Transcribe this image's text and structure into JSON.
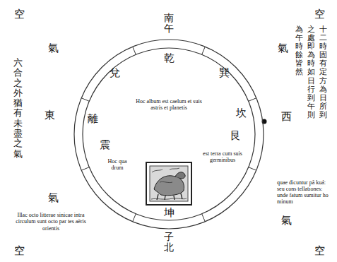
{
  "diagram": {
    "nodes": [
      {
        "text": [
          "乾",
          "兌",
          "離",
          "震",
          "坤",
          "艮",
          "坎",
          "巽",
          "Hoc album est caelum et suis astris et planetis",
          "Hoc qua drum",
          "est terra cum suis germinibus"
        ]
      }
    ],
    "labels": [
      "空",
      "南午",
      "空",
      "十二時固有定方為日所到",
      "之處即為時如日行到午則",
      "為午時餘皆然",
      "氣",
      "氣",
      "六合之外猶有未盡之氣",
      "東",
      "西",
      "氣",
      "氣",
      "Illac octo litterae sinicae intra circulum sunt octo par tes aëris orientis",
      "quae dicuntur pă kuá: seu cons tellationes: unde fatum sumitur ho minum",
      "子北",
      "空",
      "空"
    ]
  }
}
